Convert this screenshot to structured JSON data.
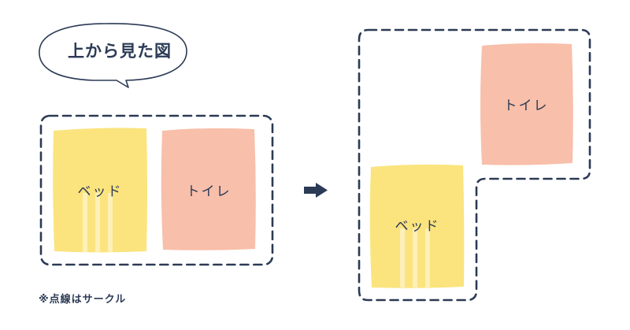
{
  "title": "上から見た図",
  "note": "※点線はサークル",
  "before": {
    "bed_label": "ベッド",
    "toilet_label": "トイレ"
  },
  "after": {
    "bed_label": "ベッド",
    "toilet_label": "トイレ"
  },
  "colors": {
    "ink": "#2b3a55",
    "bed": "#fbe47e",
    "bed_stripe": "#fdf0b8",
    "toilet": "#f8bfaa",
    "background": "#ffffff"
  },
  "icons": {
    "arrow": "right-arrow-icon"
  }
}
